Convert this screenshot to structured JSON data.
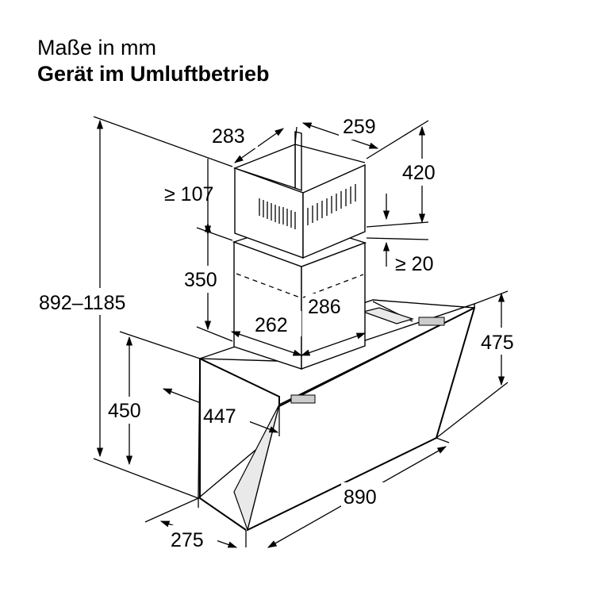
{
  "title": {
    "line1": "Maße in mm",
    "line2": "Gerät im Umluftbetrieb"
  },
  "dimensions": {
    "chimney_depth": "283",
    "chimney_width": "259",
    "upper_height": "420",
    "min_gap_upper": "≥ 107",
    "inner_height": "350",
    "min_gap_lower": "≥ 20",
    "total_height": "892–1185",
    "lower_chimney_width": "262",
    "lower_chimney_depth": "286",
    "panel_height": "475",
    "body_height": "450",
    "body_depth_top": "447",
    "hood_width": "890",
    "body_depth_bottom": "275"
  }
}
